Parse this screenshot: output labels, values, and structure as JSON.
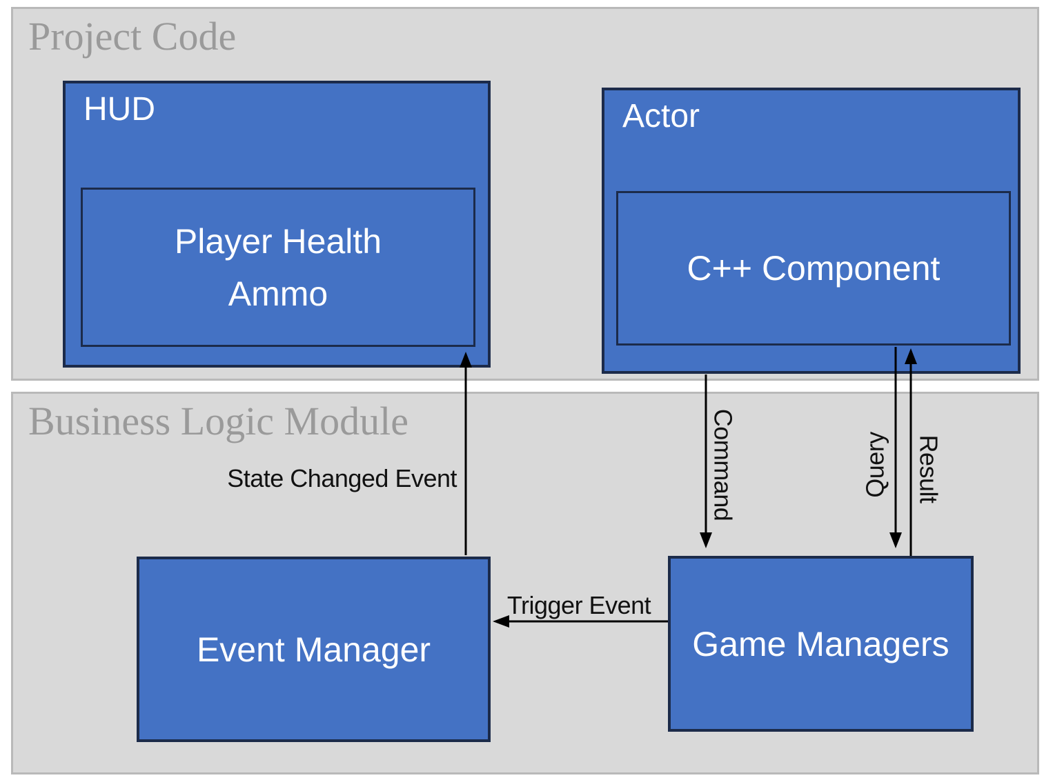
{
  "sections": {
    "project_code": {
      "title": "Project Code"
    },
    "business_logic": {
      "title": "Business Logic Module"
    }
  },
  "boxes": {
    "hud": {
      "label": "HUD"
    },
    "hud_child": {
      "line1": "Player Health",
      "line2": "Ammo"
    },
    "actor": {
      "label": "Actor"
    },
    "cpp_component": {
      "label": "C++ Component"
    },
    "event_manager": {
      "label": "Event Manager"
    },
    "game_managers": {
      "label": "Game Managers"
    }
  },
  "arrows": {
    "state_changed": {
      "label": "State Changed Event",
      "from": "Event Manager",
      "to": "HUD"
    },
    "command": {
      "label": "Command",
      "from": "Actor",
      "to": "Game Managers"
    },
    "query": {
      "label": "Query",
      "from": "C++ Component",
      "to": "Game Managers"
    },
    "result": {
      "label": "Result",
      "from": "Game Managers",
      "to": "C++ Component"
    },
    "trigger": {
      "label": "Trigger Event",
      "from": "Game Managers",
      "to": "Event Manager"
    }
  },
  "colors": {
    "box_fill": "#4472c4",
    "box_border": "#1c2b4a",
    "section_fill": "#d9d9d9",
    "section_border": "#b9b9b9",
    "section_title_text": "#9a9a9a",
    "box_text": "#ffffff",
    "arrow": "#000000",
    "page_background": "#ffffff"
  }
}
